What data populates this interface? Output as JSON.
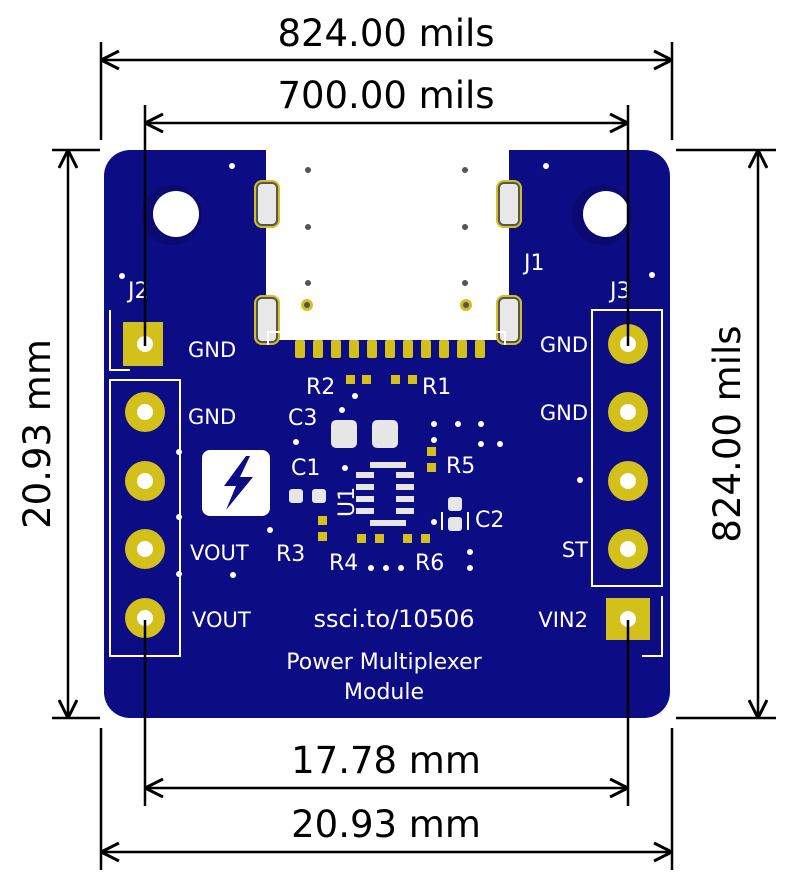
{
  "dimensions": {
    "top_outer": "824.00 mils",
    "top_inner": "700.00 mils",
    "left": "20.93 mm",
    "right": "824.00 mils",
    "bottom_inner": "17.78 mm",
    "bottom_outer": "20.93 mm"
  },
  "connectors": {
    "usb": "J1",
    "left_header": "J2",
    "right_header": "J3"
  },
  "pins": {
    "j2": [
      "GND",
      "GND",
      "",
      "VOUT",
      "VOUT"
    ],
    "j3": [
      "GND",
      "GND",
      "",
      "ST",
      "VIN2"
    ]
  },
  "components": {
    "r1": "R1",
    "r2": "R2",
    "r3": "R3",
    "r4": "R4",
    "r5": "R5",
    "r6": "R6",
    "c1": "C1",
    "c2": "C2",
    "c3": "C3",
    "u1": "U1"
  },
  "board": {
    "url": "ssci.to/10506",
    "title_line1": "Power Multiplexer",
    "title_line2": "Module",
    "logo": "lightning-bolt-icon"
  },
  "colors": {
    "pcb": "#0c0c84",
    "pad": "#d4c01a",
    "silkscreen": "#ffffff",
    "dimension": "#000000"
  }
}
